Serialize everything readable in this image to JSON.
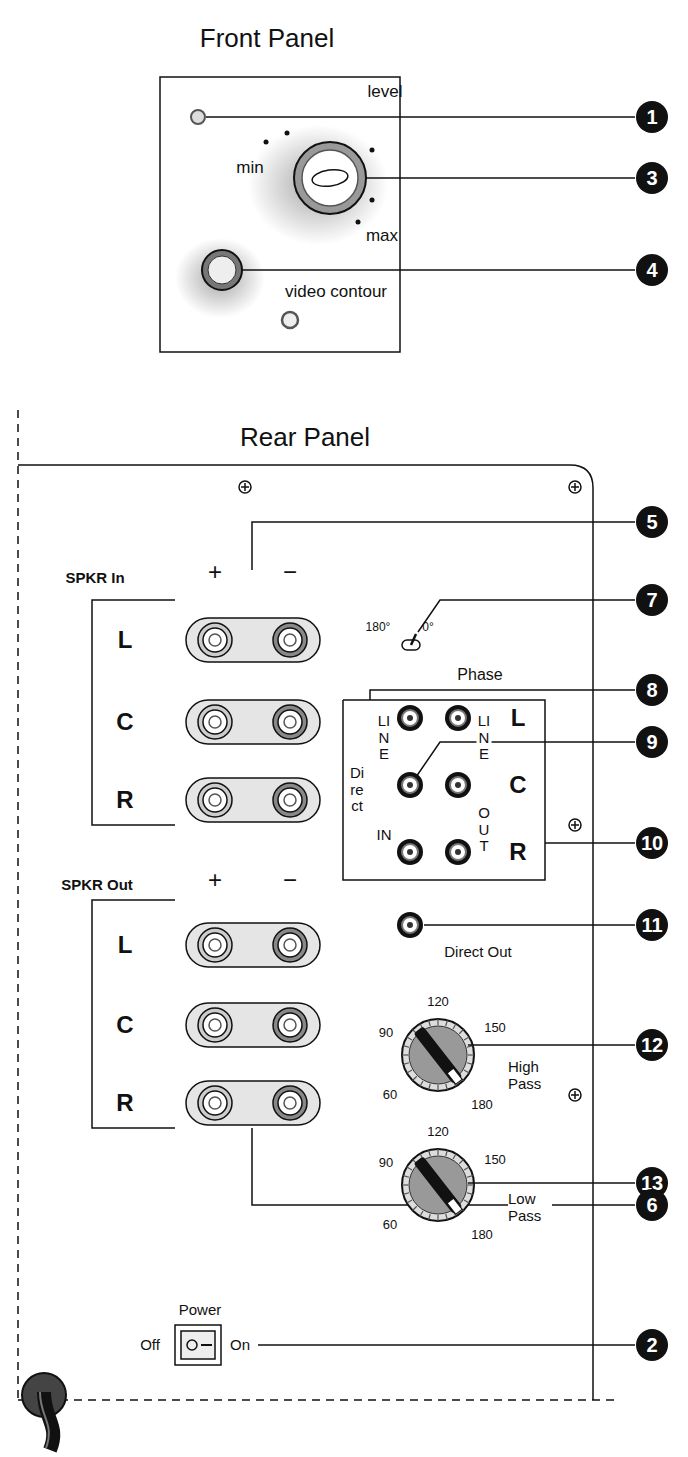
{
  "diagram": {
    "labels": [
      "Front Panel",
      "level",
      "min",
      "max",
      "video contour",
      "1",
      "3",
      "4",
      "Rear Panel",
      "5",
      "SPKR In",
      "+",
      "−",
      "L",
      "C",
      "R",
      "7",
      "180°",
      "0°",
      "Phase",
      "8",
      "Direct",
      "LINE",
      "IN",
      "9",
      "LINE",
      "OUT",
      "L",
      "C",
      "R",
      "10",
      "Direct Out",
      "11",
      "120",
      "90",
      "150",
      "60",
      "180",
      "High Pass",
      "12",
      "120",
      "90",
      "150",
      "60",
      "180",
      "Low Pass",
      "13",
      "SPKR Out",
      "+",
      "−",
      "L",
      "C",
      "R",
      "6",
      "Power",
      "Off",
      "On",
      "2"
    ]
  }
}
